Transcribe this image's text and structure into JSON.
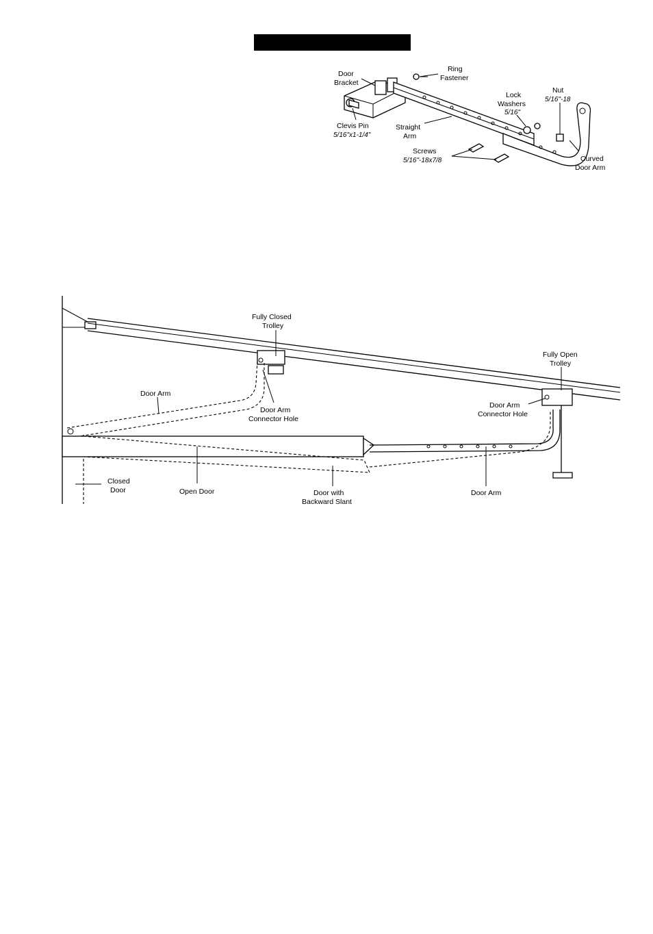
{
  "header": {
    "bar_color": "#000000"
  },
  "assembly": {
    "labels": {
      "door_bracket_1": "Door",
      "door_bracket_2": "Bracket",
      "ring_fastener_1": "Ring",
      "ring_fastener_2": "Fastener",
      "lock_washers_1": "Lock",
      "lock_washers_2": "Washers",
      "lock_washers_3": "5/16\"",
      "nut_1": "Nut",
      "nut_2": "5/16\"-18",
      "clevis_pin_1": "Clevis Pin",
      "clevis_pin_2": "5/16\"x1-1/4\"",
      "straight_arm_1": "Straight",
      "straight_arm_2": "Arm",
      "screws_1": "Screws",
      "screws_2": "5/16\"-18x7/8",
      "curved_arm_1": "Curved",
      "curved_arm_2": "Door Arm"
    }
  },
  "installation": {
    "labels": {
      "closed_trolley_1": "Fully Closed",
      "closed_trolley_2": "Trolley",
      "open_trolley_1": "Fully Open",
      "open_trolley_2": "Trolley",
      "door_arm_left": "Door Arm",
      "connector_left_1": "Door Arm",
      "connector_left_2": "Connector Hole",
      "connector_right_1": "Door Arm",
      "connector_right_2": "Connector Hole",
      "closed_door_1": "Closed",
      "closed_door_2": "Door",
      "open_door": "Open Door",
      "slant_door_1": "Door with",
      "slant_door_2": "Backward Slant",
      "door_arm_bottom": "Door Arm"
    }
  }
}
